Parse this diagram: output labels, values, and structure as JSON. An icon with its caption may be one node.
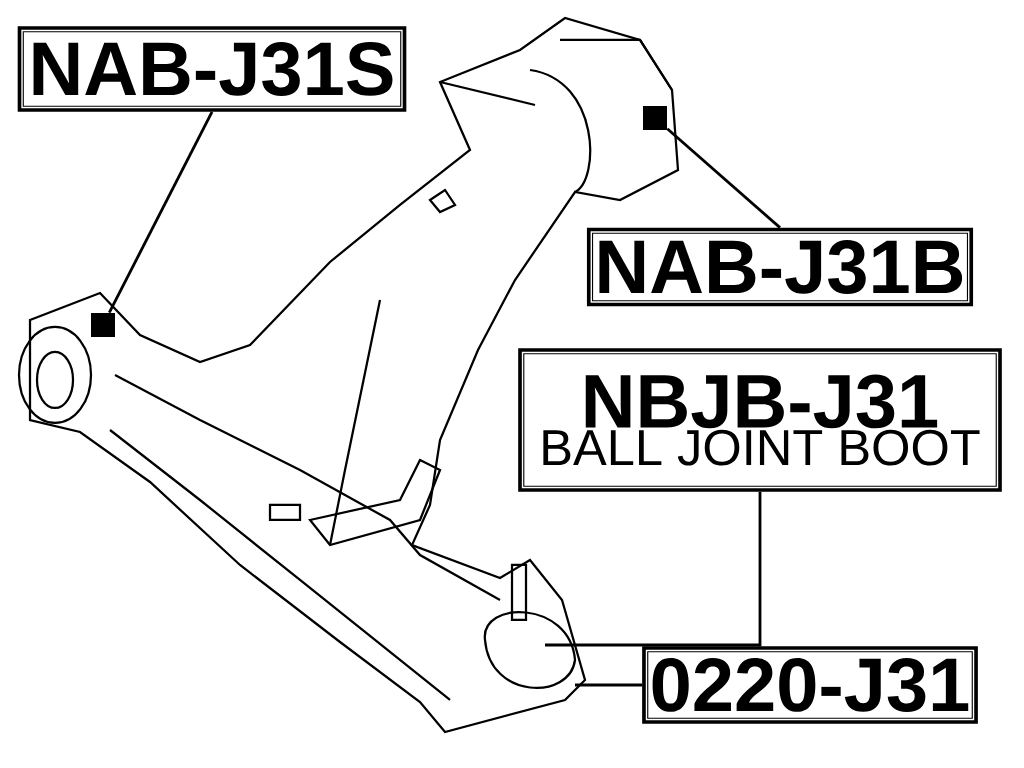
{
  "diagram": {
    "nodes": [
      {
        "text": [
          "NAB-J31S"
        ]
      },
      {
        "text": [
          "NAB-J31B"
        ]
      },
      {
        "text": [
          "NBJB-J31",
          "BALL JOINT BOOT"
        ]
      },
      {
        "text": [
          "0220-J31"
        ]
      },
      {
        "text": [],
        "shape": "box"
      },
      {
        "text": [],
        "shape": "box"
      }
    ],
    "edges": [
      {
        "from": 0,
        "to": 4,
        "arrow": "none"
      },
      {
        "from": 1,
        "to": 5,
        "arrow": "none"
      },
      {
        "from": 2,
        "to": null,
        "arrow": "none"
      },
      {
        "from": 3,
        "to": null,
        "arrow": "none"
      }
    ]
  }
}
